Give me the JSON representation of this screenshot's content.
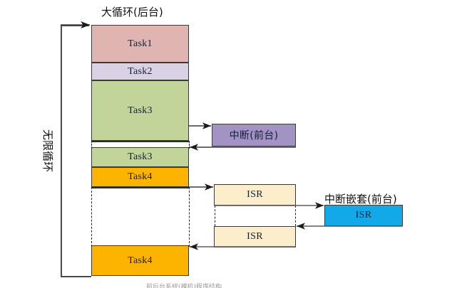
{
  "diagram": {
    "title_background_loop": "大循环(后台)",
    "loop_label": "无限循环",
    "interrupt_label": "中断(前台)",
    "nested_interrupt_label": "中断嵌套(前台)",
    "bottom_caption": "前后台系统(裸机)程序结构"
  },
  "colors": {
    "task1": "#e0b4b0",
    "task2": "#d9d2e4",
    "task3": "#c2d49a",
    "task4": "#fcb400",
    "interrupt": "#a293c4",
    "isr": "#fcedcb",
    "nested_isr": "#13a9e8",
    "stroke": "#3a3a3a"
  },
  "main_loop_blocks": [
    {
      "label": "Task1",
      "color_key": "task1"
    },
    {
      "label": "Task2",
      "color_key": "task2"
    },
    {
      "label": "Task3",
      "color_key": "task3"
    },
    {
      "label": "Task3",
      "color_key": "task3"
    },
    {
      "label": "Task4",
      "color_key": "task4"
    },
    {
      "label": "Task4",
      "color_key": "task4"
    }
  ],
  "interrupt_blocks": [
    {
      "label": "中断(前台)",
      "color_key": "interrupt"
    }
  ],
  "isr_blocks": [
    {
      "label": "ISR",
      "color_key": "isr"
    },
    {
      "label": "ISR",
      "color_key": "isr"
    }
  ],
  "nested_isr_blocks": [
    {
      "label": "ISR",
      "color_key": "nested_isr"
    }
  ]
}
